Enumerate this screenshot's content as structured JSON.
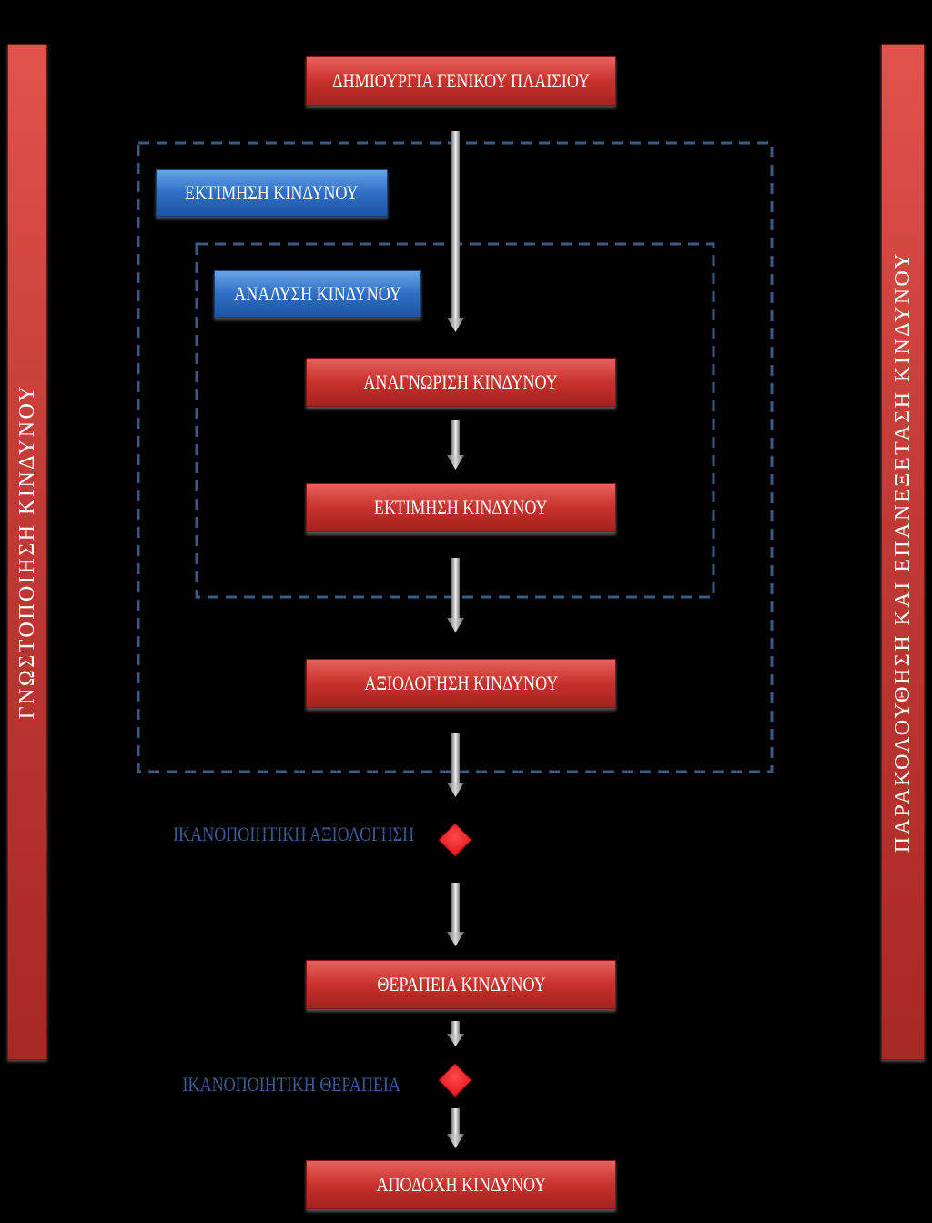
{
  "side_bars": {
    "left": "ΓΝΩΣΤΟΠΟΙΗΣΗ ΚΙΝΔΥΝΟΥ",
    "right": "ΠΑΡΑΚΟΛΟΥΘΗΣΗ ΚΑΙ ΕΠΑΝΕΞΕΤΑΣΗ ΚΙΝΔΥΝΟΥ"
  },
  "groups": {
    "risk_assessment": "ΕΚΤΙΜΗΣΗ ΚΙΝΔΥΝΟΥ",
    "risk_analysis": "ΑΝΑΛΥΣΗ ΚΙΝΔΥΝΟΥ"
  },
  "steps": {
    "context": "ΔΗΜΙΟΥΡΓΙΑ ΓΕΝΙΚΟΥ ΠΛΑΙΣΙΟΥ",
    "identification": "ΑΝΑΓΝΩΡΙΣΗ ΚΙΝΔΥΝΟΥ",
    "estimation": "ΕΚΤΙΜΗΣΗ ΚΙΝΔΥΝΟΥ",
    "evaluation": "ΑΞΙΟΛΟΓΗΣΗ ΚΙΝΔΥΝΟΥ",
    "treatment": "ΘΕΡΑΠΕΙΑ ΚΙΝΔΥΝΟΥ",
    "acceptance": "ΑΠΟΔΟΧΗ ΚΙΝΔΥΝΟΥ"
  },
  "decisions": {
    "evaluation_ok": "ΙΚΑΝΟΠΟΙΗΤΙΚΗ ΑΞΙΟΛΟΓΗΣΗ",
    "treatment_ok": "ΙΚΑΝΟΠΟΙΗΤΙΚΗ ΘΕΡΑΠΕΙΑ"
  },
  "colors": {
    "background": "#000000",
    "step_box": "#c8312c",
    "group_box": "#2f6fc3",
    "side_bar": "#c23a35",
    "dashed_border": "#3b5a86",
    "decision_label": "#3d5c96",
    "decision_diamond": "#e0141a"
  }
}
